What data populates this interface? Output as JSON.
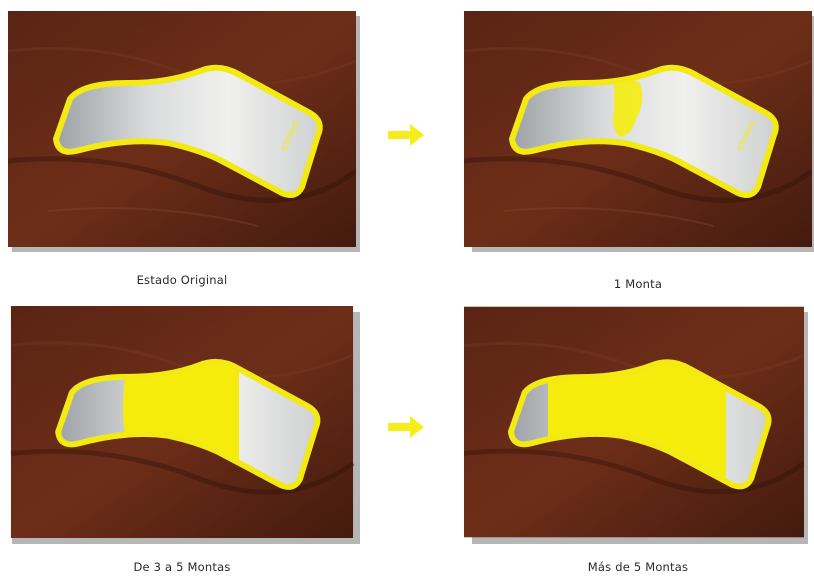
{
  "panels": [
    {
      "id": "estado-original",
      "caption": "Estado Original",
      "fill_fraction": 0.0,
      "stage": "original"
    },
    {
      "id": "una-monta",
      "caption": "1 Monta",
      "fill_fraction": 0.12,
      "stage": "partial-small"
    },
    {
      "id": "tres-cinco-montas",
      "caption": "De 3 a 5 Montas",
      "fill_fraction": 0.55,
      "stage": "partial-large"
    },
    {
      "id": "mas-cinco-montas",
      "caption": "Más de 5 Montas",
      "fill_fraction": 0.78,
      "stage": "nearly-full"
    }
  ],
  "colors": {
    "patch_outline": "#f2ea12",
    "patch_fill": "#f7ef0e",
    "patch_silver": "#d8d9da",
    "hide_dark": "#3d1a10",
    "hide_mid": "#6a2c18",
    "arrow": "#f4ef1a"
  },
  "icons": {
    "arrow": "right-arrow-icon"
  }
}
